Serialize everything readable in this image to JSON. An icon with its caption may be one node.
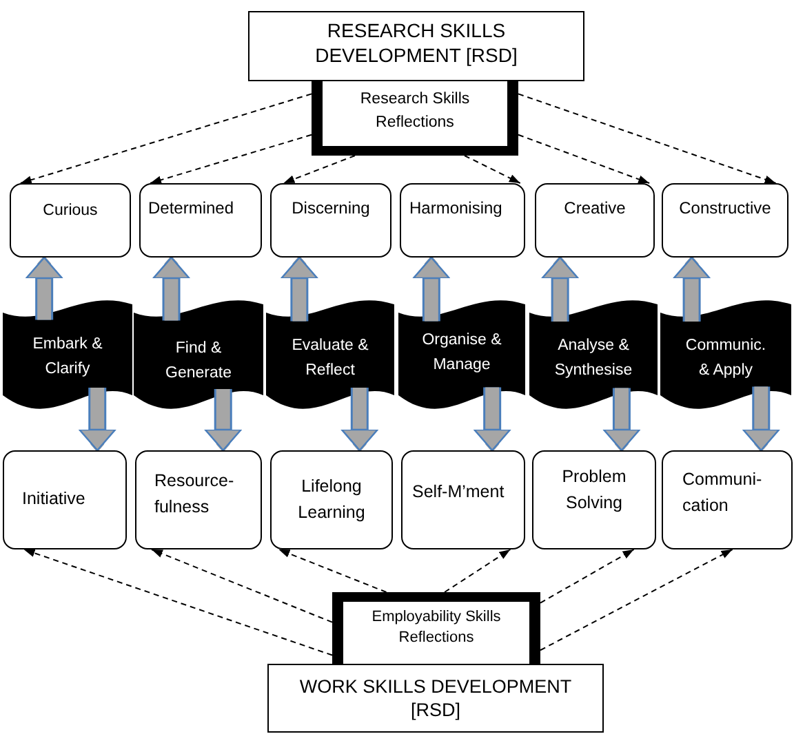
{
  "diagram": {
    "nodes": [
      {
        "text": [
          "RESEARCH SKILLS DEVELOPMENT [RSD]"
        ]
      },
      {
        "text": [
          "Research Skills Reflections"
        ]
      },
      {
        "text": [
          "Curious"
        ]
      },
      {
        "text": [
          "Determined"
        ]
      },
      {
        "text": [
          "Discerning"
        ]
      },
      {
        "text": [
          "Harmonising"
        ]
      },
      {
        "text": [
          "Creative"
        ]
      },
      {
        "text": [
          "Constructive"
        ]
      },
      {
        "text": [
          "Embark & Clarify"
        ]
      },
      {
        "text": [
          "Find & Generate"
        ]
      },
      {
        "text": [
          "Evaluate & Reflect"
        ]
      },
      {
        "text": [
          "Organise & Manage"
        ]
      },
      {
        "text": [
          "Analyse & Synthesise"
        ]
      },
      {
        "text": [
          "Communic. & Apply"
        ]
      },
      {
        "text": [
          "Initiative"
        ]
      },
      {
        "text": [
          "Resource- fulness"
        ]
      },
      {
        "text": [
          "Lifelong Learning"
        ]
      },
      {
        "text": [
          "Self-M’ment"
        ]
      },
      {
        "text": [
          "Problem Solving"
        ]
      },
      {
        "text": [
          "Communi- cation"
        ]
      },
      {
        "text": [
          "Employability Skills Reflections"
        ]
      },
      {
        "text": [
          "WORK SKILLS DEVELOPMENT [RSD]"
        ]
      }
    ],
    "edges": [
      {
        "from": 1,
        "to": 2,
        "arrow": "to",
        "style": "dashed"
      },
      {
        "from": 1,
        "to": 3,
        "arrow": "to",
        "style": "dashed"
      },
      {
        "from": 1,
        "to": 4,
        "arrow": "to",
        "style": "dashed"
      },
      {
        "from": 1,
        "to": 5,
        "arrow": "to",
        "style": "dashed"
      },
      {
        "from": 1,
        "to": 6,
        "arrow": "to",
        "style": "dashed"
      },
      {
        "from": 1,
        "to": 7,
        "arrow": "to",
        "style": "dashed"
      },
      {
        "from": 8,
        "to": 2,
        "arrow": "to",
        "style": "thick",
        "color": "#a6a6a6"
      },
      {
        "from": 9,
        "to": 3,
        "arrow": "to",
        "style": "thick",
        "color": "#a6a6a6"
      },
      {
        "from": 10,
        "to": 4,
        "arrow": "to",
        "style": "thick",
        "color": "#a6a6a6"
      },
      {
        "from": 11,
        "to": 5,
        "arrow": "to",
        "style": "thick",
        "color": "#a6a6a6"
      },
      {
        "from": 12,
        "to": 6,
        "arrow": "to",
        "style": "thick",
        "color": "#a6a6a6"
      },
      {
        "from": 13,
        "to": 7,
        "arrow": "to",
        "style": "thick",
        "color": "#a6a6a6"
      },
      {
        "from": 8,
        "to": 14,
        "arrow": "to",
        "style": "thick",
        "color": "#a6a6a6"
      },
      {
        "from": 9,
        "to": 15,
        "arrow": "to",
        "style": "thick",
        "color": "#a6a6a6"
      },
      {
        "from": 10,
        "to": 16,
        "arrow": "to",
        "style": "thick",
        "color": "#a6a6a6"
      },
      {
        "from": 11,
        "to": 17,
        "arrow": "to",
        "style": "thick",
        "color": "#a6a6a6"
      },
      {
        "from": 12,
        "to": 18,
        "arrow": "to",
        "style": "thick",
        "color": "#a6a6a6"
      },
      {
        "from": 13,
        "to": 19,
        "arrow": "to",
        "style": "thick",
        "color": "#a6a6a6"
      },
      {
        "from": 20,
        "to": 14,
        "arrow": "to",
        "style": "dashed"
      },
      {
        "from": 20,
        "to": 15,
        "arrow": "to",
        "style": "dashed"
      },
      {
        "from": 20,
        "to": 16,
        "arrow": "to",
        "style": "dashed"
      },
      {
        "from": 20,
        "to": 17,
        "arrow": "to",
        "style": "dashed"
      },
      {
        "from": 20,
        "to": 18,
        "arrow": "to",
        "style": "dashed"
      },
      {
        "from": 20,
        "to": 19,
        "arrow": "to",
        "style": "dashed"
      }
    ]
  }
}
